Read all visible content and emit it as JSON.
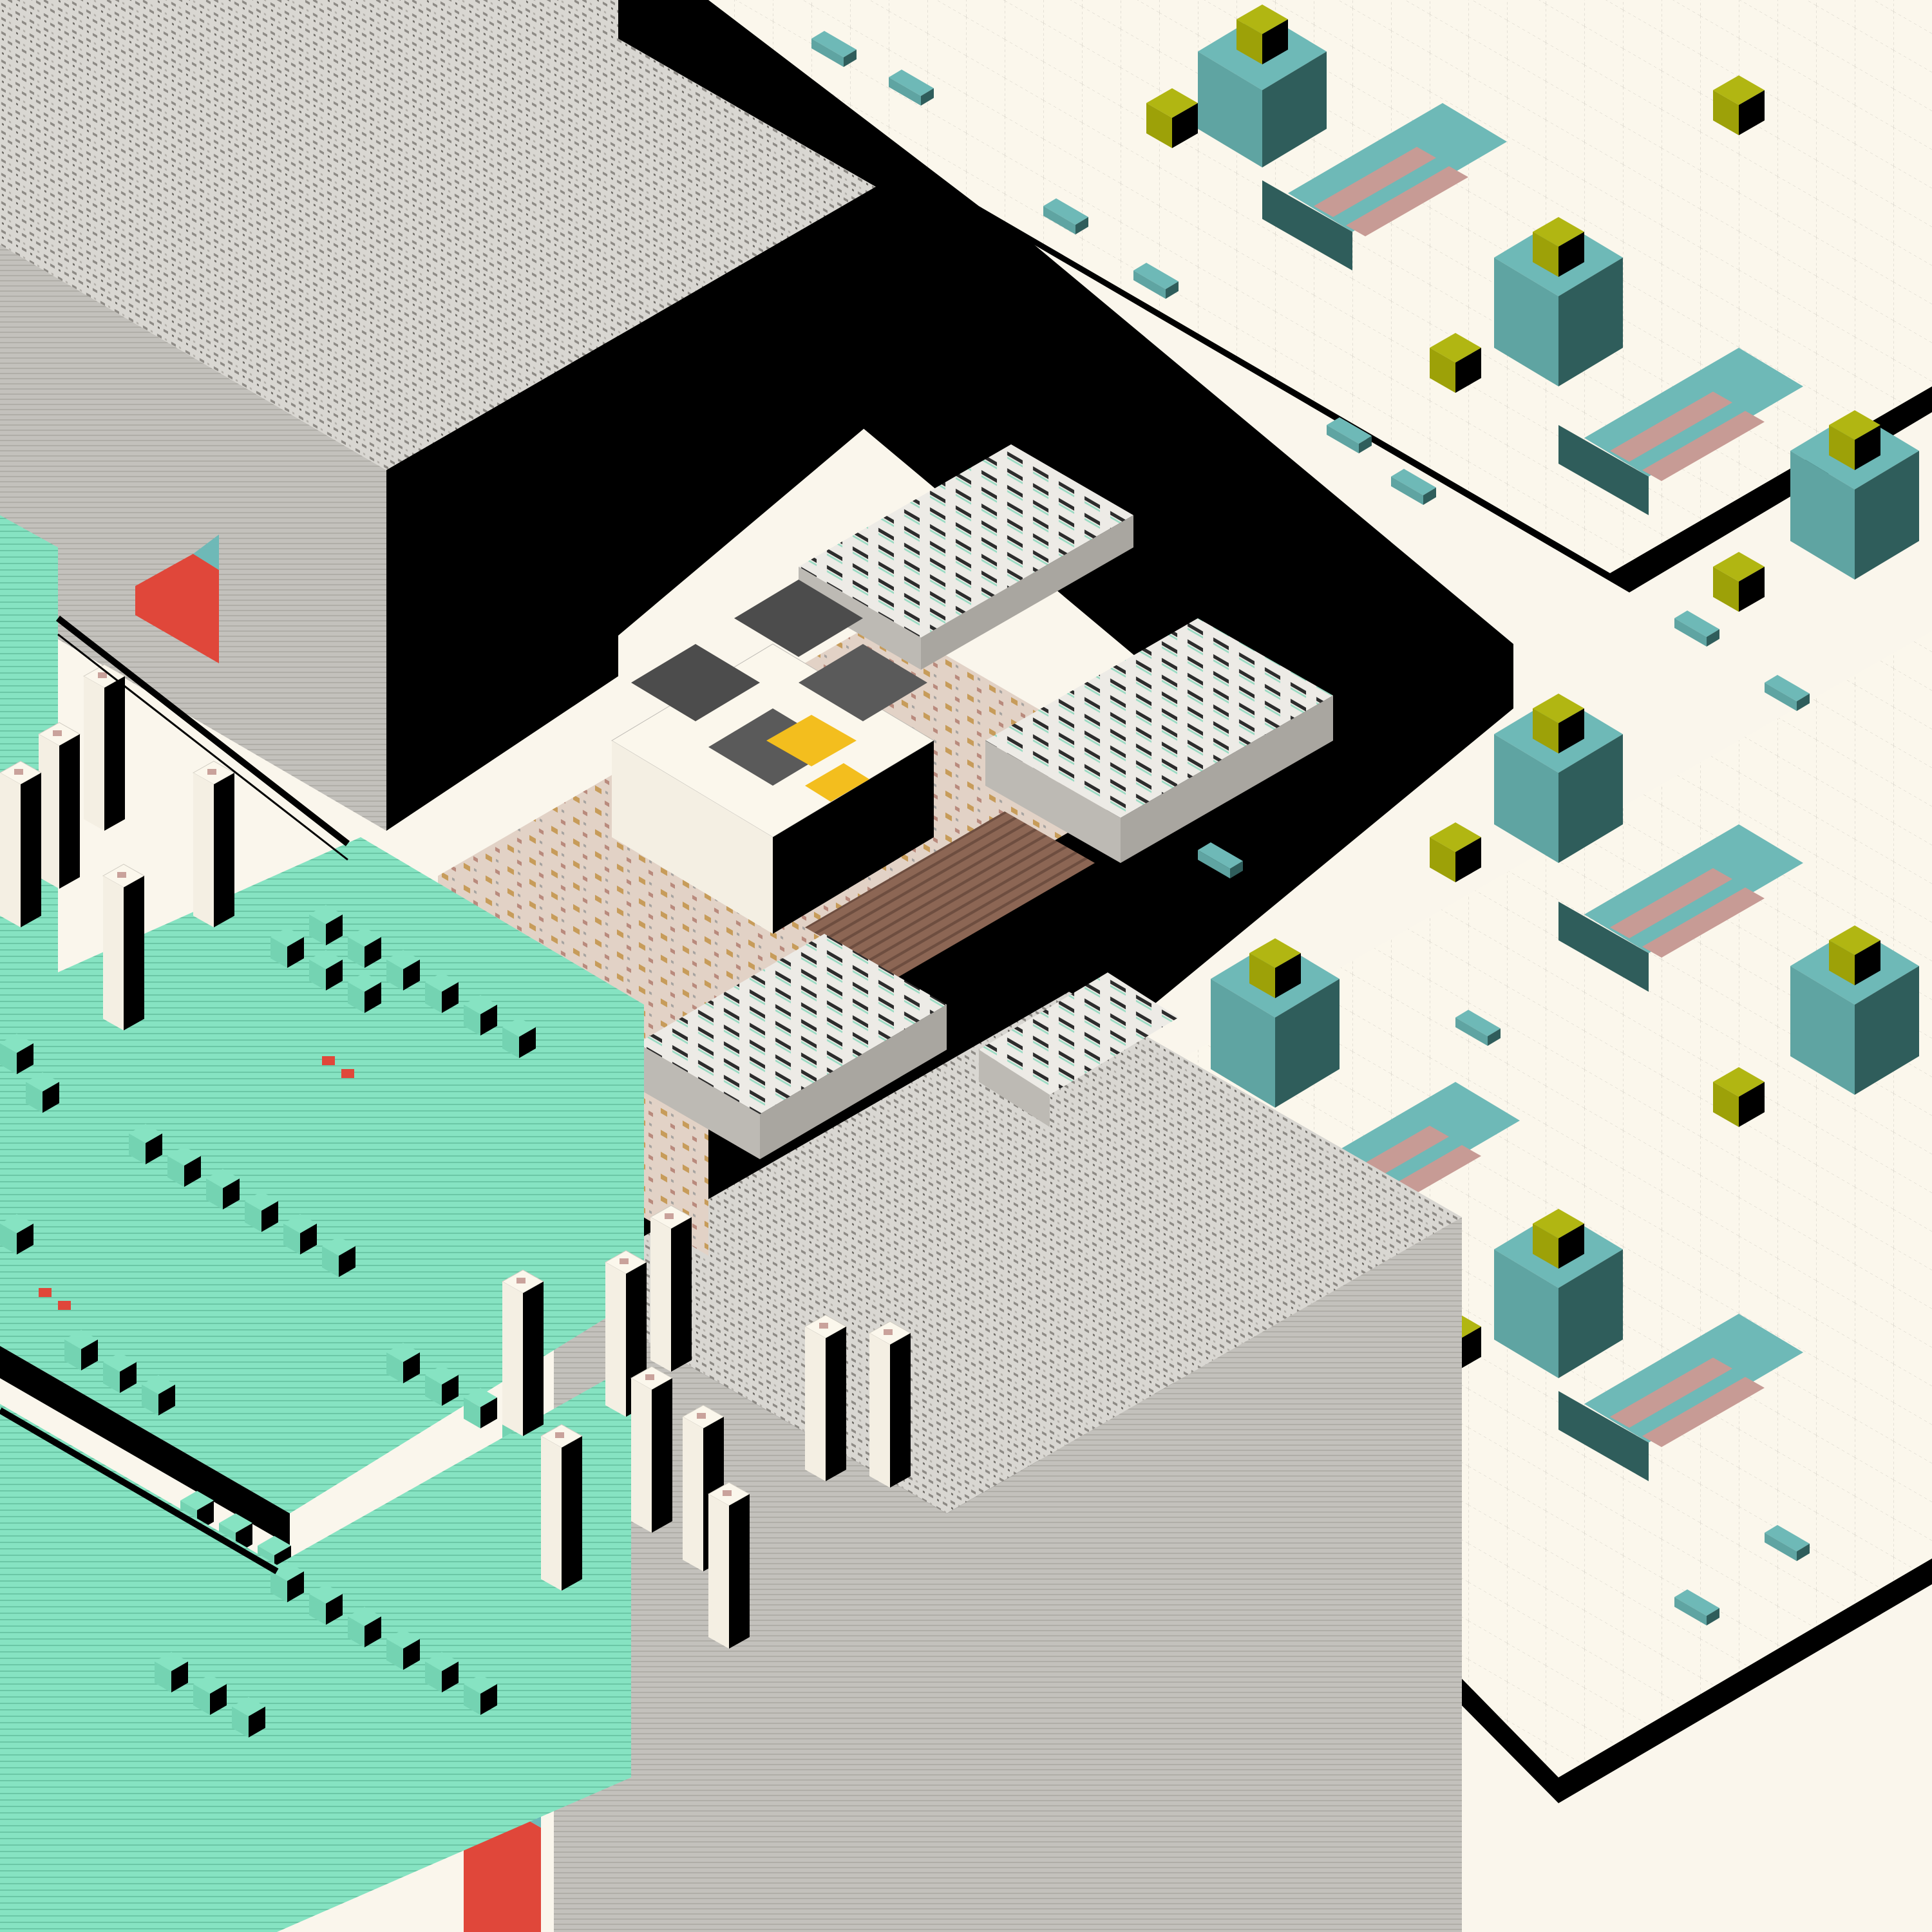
{
  "colors": {
    "background": "#FAF6EC",
    "void": "#000000",
    "cream": "#FBF7EC",
    "grid_line": "#B8B4AA",
    "grey_top": "#D9D7D2",
    "grey_left": "#BDBAB4",
    "grey_right": "#A9A6A0",
    "grey_texture": "#6F6C67",
    "mint_top": "#86E3C2",
    "mint_left": "#6FCFAE",
    "mint_right": "#000000",
    "teal_top": "#6EB9B7",
    "teal_left": "#5FA4A2",
    "teal_dark": "#2F5D5B",
    "olive_top": "#B1B612",
    "olive_side": "#8C9000",
    "pink_stripe": "#C79B95",
    "red_block": "#E0473A",
    "yellow_block": "#F3BE1E",
    "brown_plaza": "#7D5A4A",
    "tan_dots": "#C79C5A"
  },
  "icons": {
    "tower": "tower-block-icon",
    "cube": "olive-cube-icon",
    "slab": "mint-slab-icon"
  },
  "counts": {
    "teal_blocks": 8,
    "mint_districts": 2,
    "grey_masses": 2,
    "pillars": 14
  }
}
